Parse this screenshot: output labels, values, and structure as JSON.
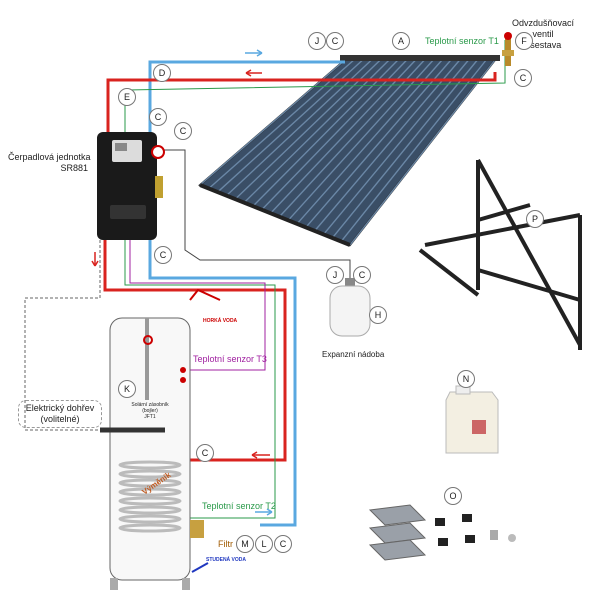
{
  "labels": {
    "sensor_t1": "Teplotní senzor T1",
    "air_vent_line1": "Odvzdušňovací",
    "air_vent_line2": "ventil",
    "air_vent_line3": "- sestava",
    "pump_unit_line1": "Čerpadlová jednotka",
    "pump_unit_line2": "SR881",
    "expansion_vessel": "Expanzní nádoba",
    "sensor_t3": "Teplotní senzor T3",
    "heater_line1": "Elektrický dohřev",
    "heater_line2": "(volitelné)",
    "sensor_t2": "Teplotní senzor T2",
    "filter": "Filtr",
    "hot_water": "HORKÁ VODA",
    "cold_water": "STUDENÁ VODA",
    "tank_line1": "Solární zásobník",
    "tank_line2": "(bojler)",
    "tank_line3": "JFT1",
    "coil": "Výměník"
  },
  "badges": {
    "A": "A",
    "C": "C",
    "D": "D",
    "E": "E",
    "F": "F",
    "H": "H",
    "J": "J",
    "K": "K",
    "L": "L",
    "M": "M",
    "N": "N",
    "O": "O",
    "P": "P"
  },
  "colors": {
    "hot_line": "#d9231f",
    "cold_line": "#5aa8e0",
    "sensor_green": "#2a9a4a",
    "sensor_purple": "#a020a0",
    "collector": "#3a4e66"
  }
}
